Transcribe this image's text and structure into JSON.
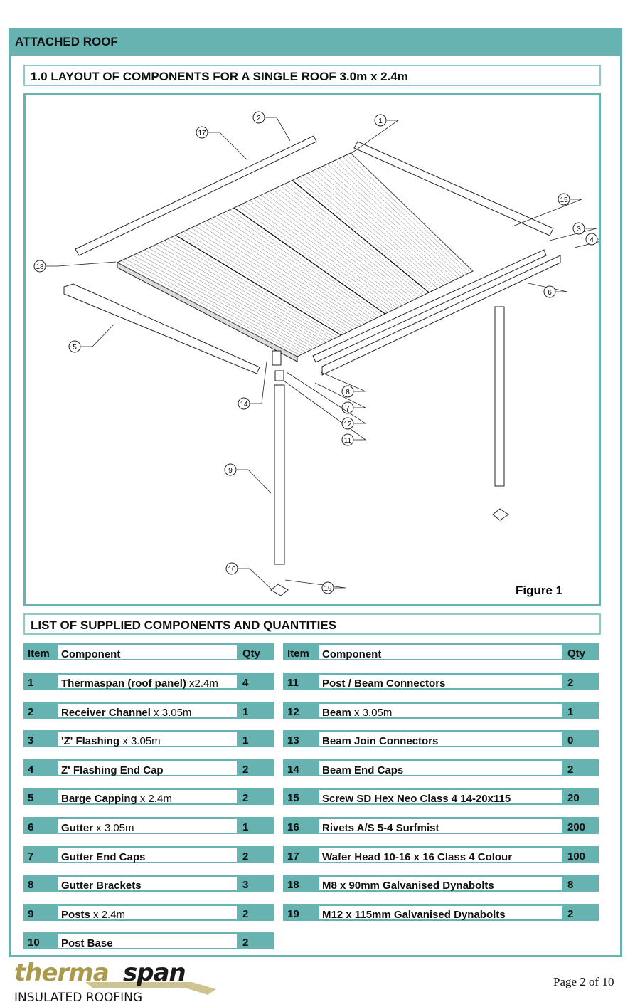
{
  "header": {
    "section": "ATTACHED ROOF",
    "title": "1.0 LAYOUT OF COMPONENTS FOR A SINGLE ROOF 3.0m x 2.4m"
  },
  "figure": {
    "caption": "Figure 1",
    "callouts": [
      "1",
      "2",
      "3",
      "4",
      "5",
      "6",
      "7",
      "8",
      "9",
      "10",
      "11",
      "12",
      "14",
      "15",
      "17",
      "18",
      "19"
    ]
  },
  "list": {
    "title": "LIST OF SUPPLIED COMPONENTS AND QUANTITIES",
    "columns": {
      "item": "Item",
      "component": "Component",
      "qty": "Qty"
    },
    "left": [
      {
        "item": "1",
        "name": "Thermaspan (roof panel)",
        "suffix": " x2.4m",
        "qty": "4"
      },
      {
        "item": "2",
        "name": "Receiver Channel",
        "suffix": " x 3.05m",
        "qty": "1"
      },
      {
        "item": "3",
        "name": "'Z' Flashing",
        "suffix": " x 3.05m",
        "qty": "1"
      },
      {
        "item": "4",
        "name": "Z' Flashing End Cap",
        "suffix": "",
        "qty": "2"
      },
      {
        "item": "5",
        "name": "Barge Capping",
        "suffix": " x 2.4m",
        "qty": "2"
      },
      {
        "item": "6",
        "name": "Gutter",
        "suffix": " x 3.05m",
        "qty": "1"
      },
      {
        "item": "7",
        "name": "Gutter End Caps",
        "suffix": "",
        "qty": "2"
      },
      {
        "item": "8",
        "name": "Gutter Brackets",
        "suffix": "",
        "qty": "3"
      },
      {
        "item": "9",
        "name": "Posts",
        "suffix": " x 2.4m",
        "qty": "2"
      },
      {
        "item": "10",
        "name": "Post Base",
        "suffix": "",
        "qty": "2"
      }
    ],
    "right": [
      {
        "item": "11",
        "name": "Post / Beam Connectors",
        "suffix": "",
        "qty": "2"
      },
      {
        "item": "12",
        "name": "Beam",
        "suffix": " x 3.05m",
        "qty": "1"
      },
      {
        "item": "13",
        "name": "Beam Join Connectors",
        "suffix": "",
        "qty": "0"
      },
      {
        "item": "14",
        "name": "Beam End Caps",
        "suffix": "",
        "qty": "2"
      },
      {
        "item": "15",
        "name": "Screw SD Hex Neo Class 4 14-20x115",
        "suffix": "",
        "qty": "20"
      },
      {
        "item": "16",
        "name": "Rivets A/S 5-4 Surfmist",
        "suffix": "",
        "qty": "200"
      },
      {
        "item": "17",
        "name": "Wafer Head 10-16 x 16 Class 4 Colour",
        "suffix": "",
        "qty": "100"
      },
      {
        "item": "18",
        "name": "M8 x 90mm Galvanised Dynabolts",
        "suffix": "",
        "qty": "8"
      },
      {
        "item": "19",
        "name": "M12 x 115mm Galvanised Dynabolts",
        "suffix": "",
        "qty": "2"
      }
    ]
  },
  "footer": {
    "logo_a": "therma",
    "logo_b": "span",
    "tagline": "INSULATED ROOFING",
    "page": "Page 2 of 10"
  },
  "colors": {
    "teal": "#66b3b1",
    "gold": "#aa9a4a"
  }
}
